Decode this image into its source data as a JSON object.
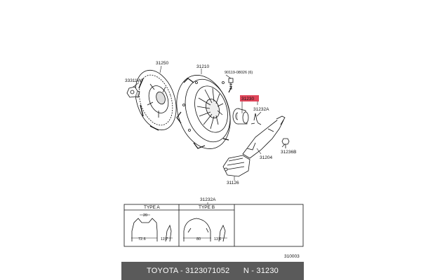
{
  "labels": {
    "p31250": "31250",
    "p31210": "31210",
    "p33311w": "33311W",
    "p90119": "90119-08026 (6)",
    "p31230": "31230",
    "p31232a": "31232A",
    "p31236b": "31236B",
    "p31204": "31204",
    "p31126": "31126",
    "p310003": "310003"
  },
  "table": {
    "title": "31232A",
    "type_a": "TYPE  A",
    "type_b": "TYPE  B",
    "dim_a_top": "20",
    "dim_a_width": "72.6",
    "dim_a_side": "11.7",
    "dim_b_width": "80",
    "dim_b_side": "11.6"
  },
  "footer": {
    "brand_part": "TOYOTA - 3123071052",
    "ref": "N - 31230"
  },
  "colors": {
    "highlight": "#e0465a",
    "footer_bg": "#5a5a5a"
  }
}
